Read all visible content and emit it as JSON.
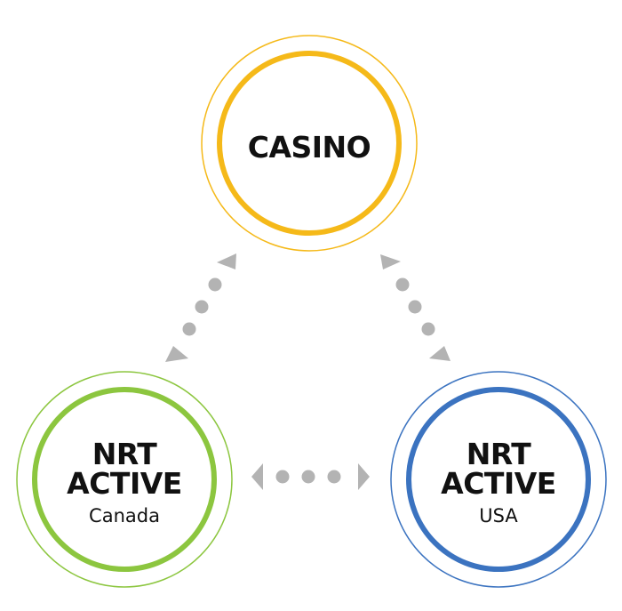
{
  "nodes": [
    {
      "id": "casino",
      "lines": [
        "CASINO"
      ],
      "sublabel": "",
      "color": "#f5b919"
    },
    {
      "id": "canada",
      "lines": [
        "NRT",
        "ACTIVE"
      ],
      "sublabel": "Canada",
      "color": "#8cc63f"
    },
    {
      "id": "usa",
      "lines": [
        "NRT",
        "ACTIVE"
      ],
      "sublabel": "USA",
      "color": "#3b73c0"
    }
  ],
  "connectors": [
    {
      "id": "casino-canada",
      "from": "casino",
      "to": "canada",
      "bidirectional": true,
      "dots": 3,
      "color": "#b3b3b3"
    },
    {
      "id": "casino-usa",
      "from": "casino",
      "to": "usa",
      "bidirectional": true,
      "dots": 3,
      "color": "#b3b3b3"
    },
    {
      "id": "canada-usa",
      "from": "canada",
      "to": "usa",
      "bidirectional": true,
      "dots": 3,
      "color": "#b3b3b3"
    }
  ]
}
